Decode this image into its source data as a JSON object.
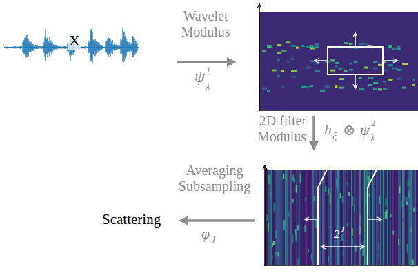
{
  "diagram": {
    "nodes": [
      {
        "text": [
          "X"
        ]
      }
    ],
    "labels": [
      "Wavelet Modulus",
      "ψ",
      "1",
      "λ",
      "2D filter Modulus",
      "h",
      "ξ",
      "⊗",
      "ψ",
      "2",
      "λ",
      "Averaging Subsampling",
      "φ",
      "J",
      "2",
      "J",
      "Scattering"
    ]
  }
}
